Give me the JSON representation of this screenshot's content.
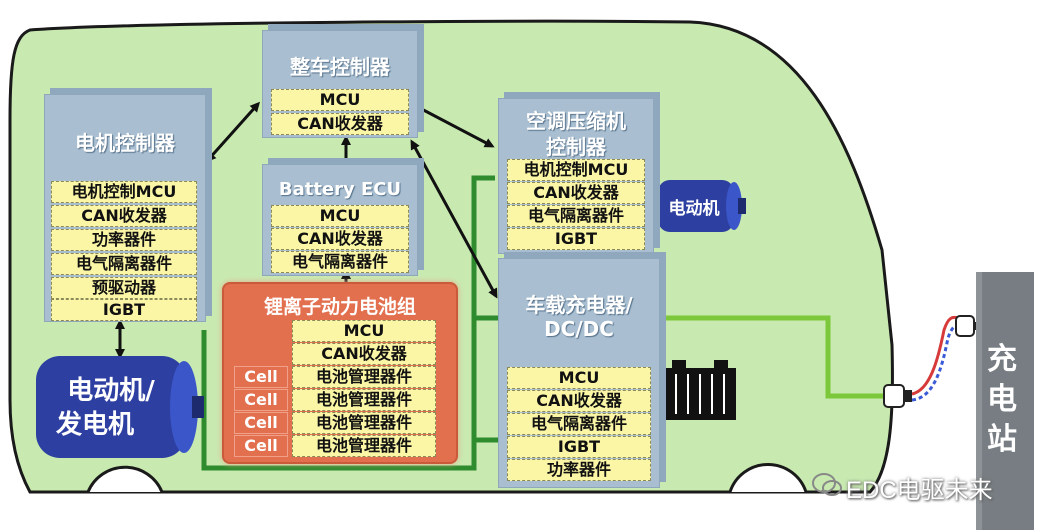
{
  "vcu": {
    "title": "整车控制器",
    "chips": [
      "MCU",
      "CAN收发器"
    ]
  },
  "motor_controller": {
    "title": "电机控制器",
    "chips": [
      "电机控制MCU",
      "CAN收发器",
      "功率器件",
      "电气隔离器件",
      "预驱动器",
      "IGBT"
    ]
  },
  "battery_ecu": {
    "title": "Battery ECU",
    "chips": [
      "MCU",
      "CAN收发器",
      "电气隔离器件"
    ]
  },
  "battery_pack": {
    "title": "锂离子动力电池组",
    "chips": [
      "MCU",
      "CAN收发器"
    ],
    "cell_label": "Cell",
    "cell_chip": "电池管理器件"
  },
  "ac_controller": {
    "title_line1": "空调压缩机",
    "title_line2": "控制器",
    "chips": [
      "电机控制MCU",
      "CAN收发器",
      "电气隔离器件",
      "IGBT"
    ]
  },
  "charger": {
    "title_line1": "车载充电器/",
    "title_line2": "DC/DC",
    "chips": [
      "MCU",
      "CAN收发器",
      "电气隔离器件",
      "IGBT",
      "功率器件"
    ]
  },
  "motor_small": {
    "label": "电动机"
  },
  "motor_generator": {
    "line1": "电动机/",
    "line2": "发电机"
  },
  "station": {
    "label": "充电站"
  },
  "watermark": {
    "text": "EDC电驱未来"
  },
  "colors": {
    "car_body": "#c8eab0",
    "box": "#a9bfd1",
    "chip": "#fbf6a6",
    "battery": "#e2704f",
    "motor": "#2d3fa0",
    "wire": "#7cc83a",
    "bus": "#2e8b2e"
  }
}
